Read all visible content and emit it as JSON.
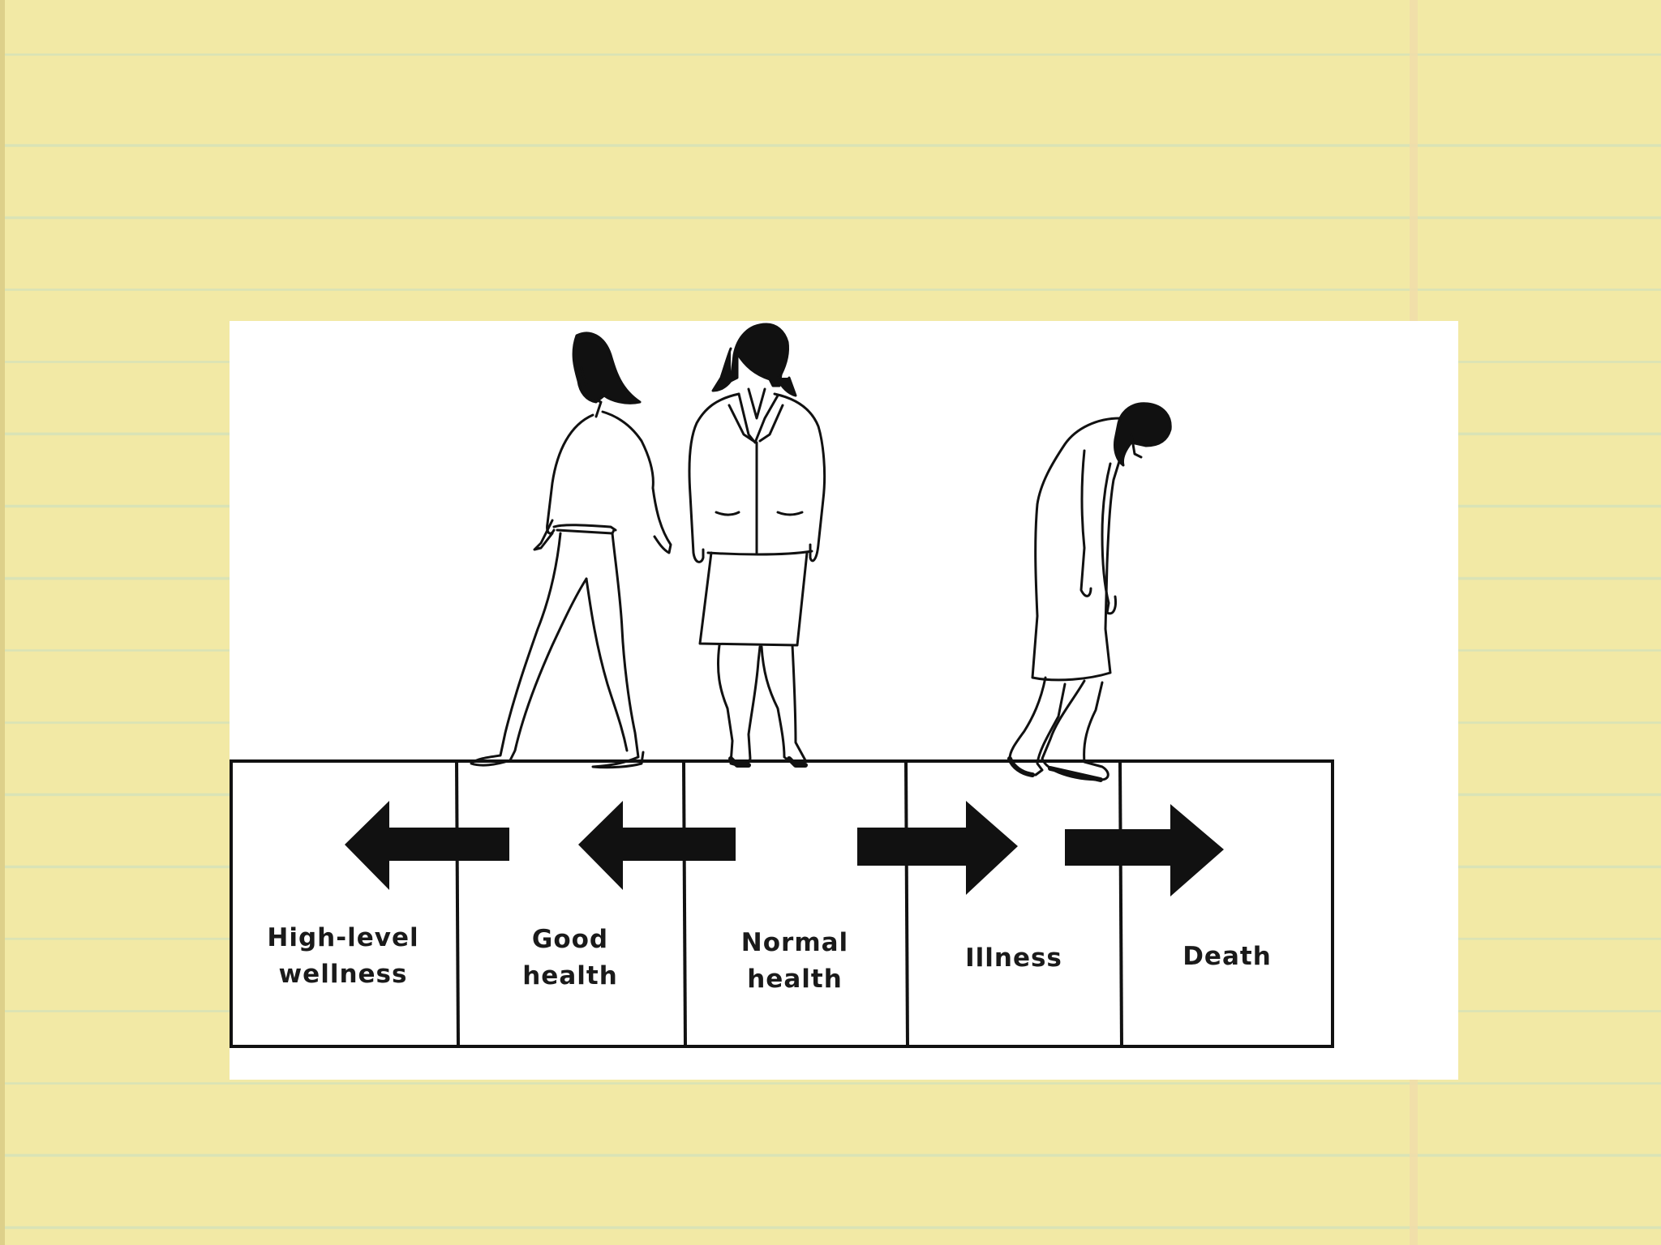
{
  "diagram": {
    "stages": [
      {
        "label": "High-level\nwellness"
      },
      {
        "label": "Good\nhealth"
      },
      {
        "label": "Normal\nhealth"
      },
      {
        "label": "Illness"
      },
      {
        "label": "Death"
      }
    ]
  },
  "colors": {
    "paper": "#f2e9a5",
    "rule_line": "#d9e3b6",
    "card": "#ffffff",
    "ink": "#111111"
  }
}
